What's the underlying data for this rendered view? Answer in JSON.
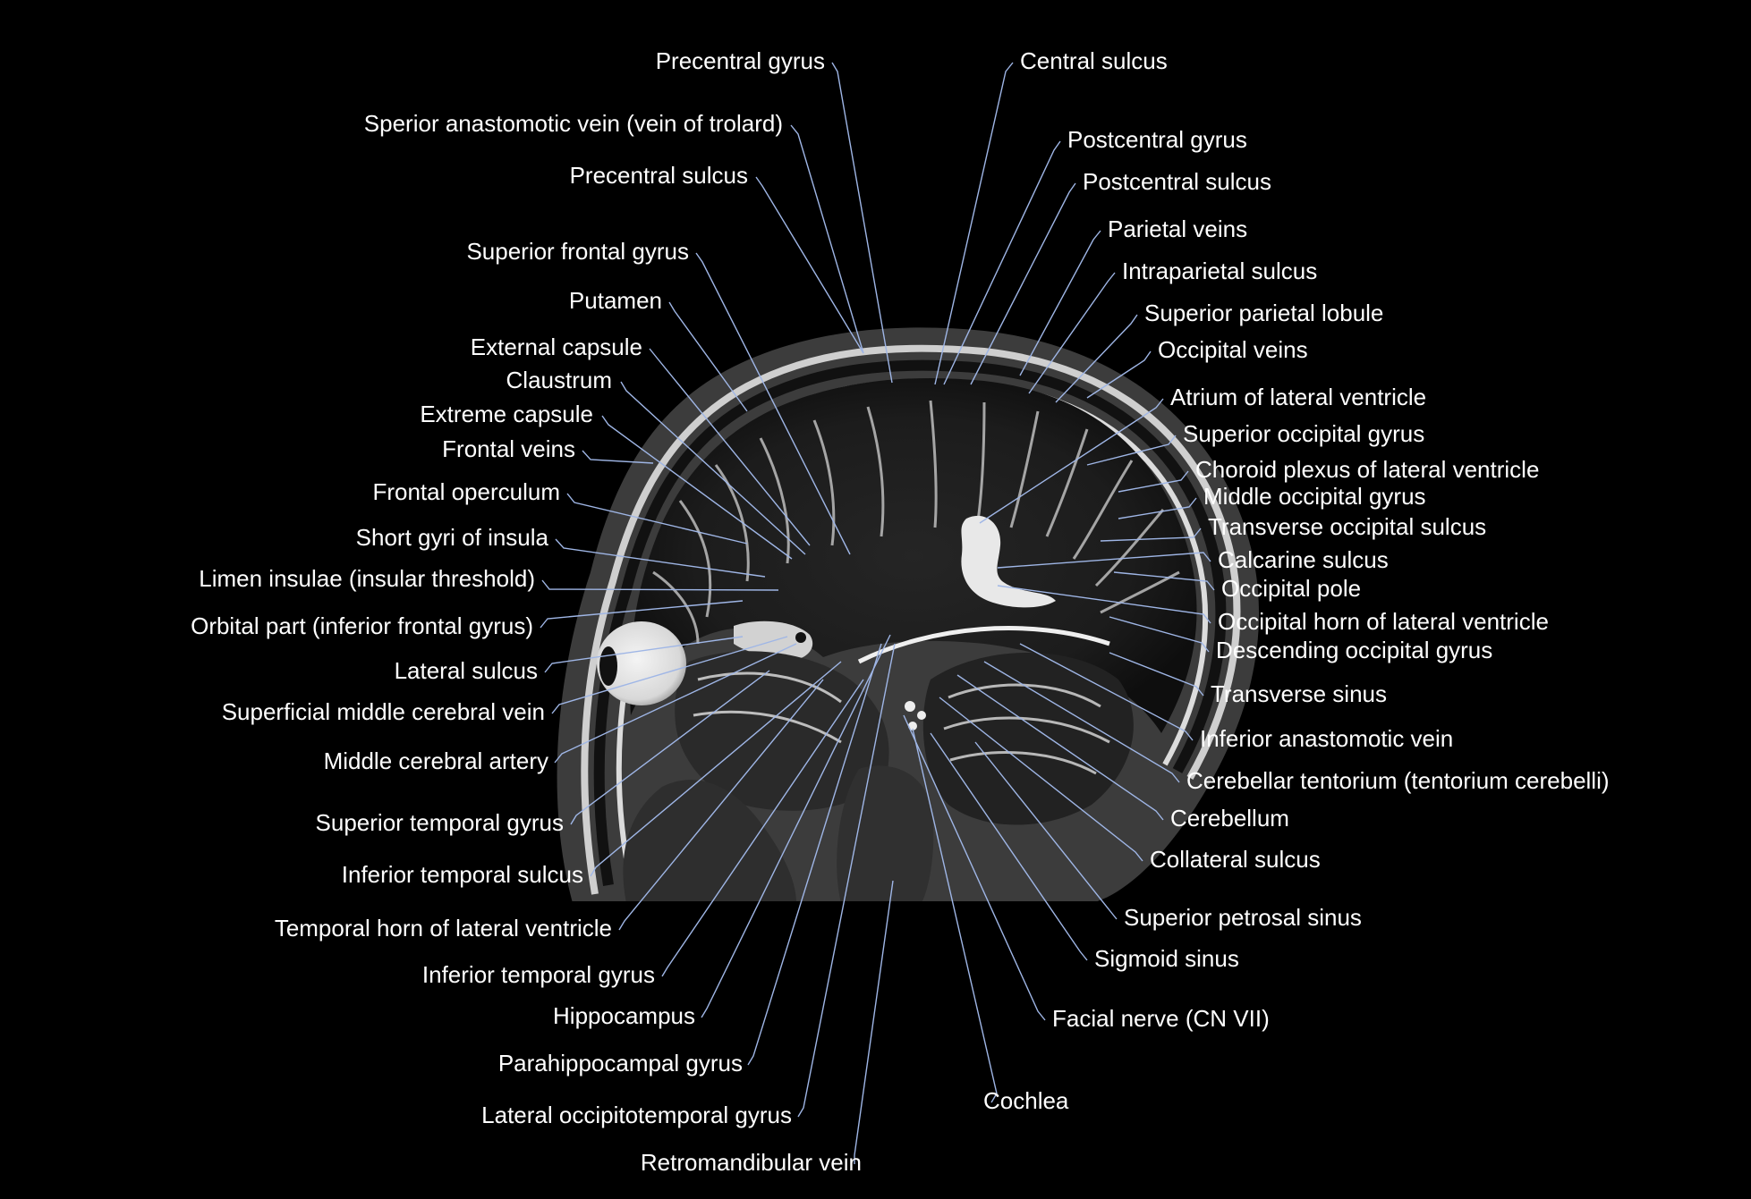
{
  "colors": {
    "background": "#000000",
    "label": "#ffffff",
    "leader": "#9fb6e6"
  },
  "labels_left": [
    "Precentral gyrus",
    "Sperior anastomotic vein (vein of trolard)",
    "Precentral sulcus",
    "Superior frontal gyrus",
    "Putamen",
    "External capsule",
    "Claustrum",
    "Extreme capsule",
    "Frontal veins",
    "Frontal operculum",
    "Short gyri of insula",
    "Limen insulae (insular threshold)",
    "Orbital part (inferior frontal gyrus)",
    "Lateral sulcus",
    "Superficial middle cerebral vein",
    "Middle cerebral artery",
    "Superior temporal gyrus",
    "Inferior temporal sulcus",
    "Temporal horn of lateral ventricle",
    "Inferior temporal gyrus",
    "Hippocampus",
    "Parahippocampal gyrus",
    "Lateral occipitotemporal gyrus",
    "Retromandibular vein"
  ],
  "labels_right": [
    "Central sulcus",
    "Postcentral gyrus",
    "Postcentral sulcus",
    "Parietal veins",
    "Intraparietal sulcus",
    "Superior parietal lobule",
    "Occipital veins",
    "Atrium of lateral ventricle",
    "Superior occipital gyrus",
    "Choroid plexus of lateral ventricle",
    "Middle occipital gyrus",
    "Transverse occipital sulcus",
    "Calcarine sulcus",
    "Occipital pole",
    "Occipital horn of lateral ventricle",
    "Descending occipital gyrus",
    "Transverse sinus",
    "Inferior anastomotic vein",
    "Cerebellar tentorium (tentorium cerebelli)",
    "Cerebellum",
    "Collateral sulcus",
    "Superior petrosal sinus",
    "Sigmoid sinus",
    "Facial nerve (CN VII)",
    "Cochlea"
  ]
}
